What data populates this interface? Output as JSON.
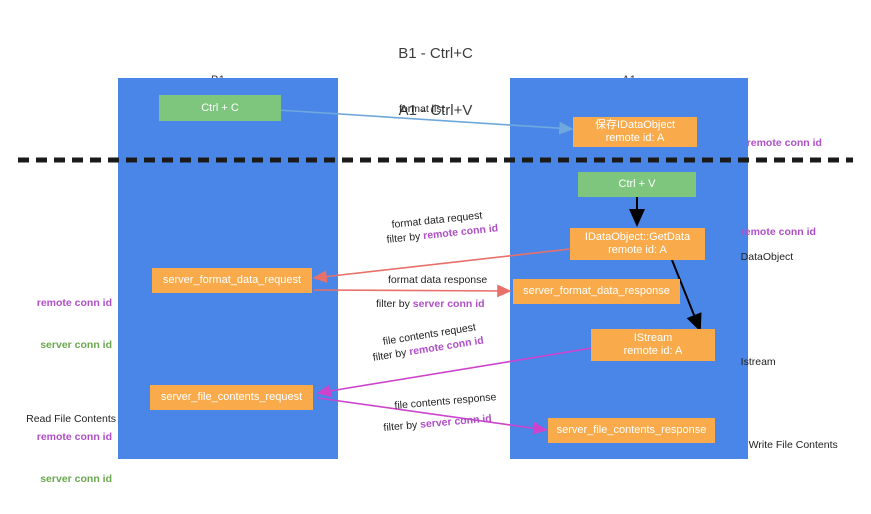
{
  "title": {
    "line1": "B1 - Ctrl+C",
    "line2": "A1 - Ctrl+V"
  },
  "lanes": [
    {
      "id": "b1",
      "name": "B1",
      "role": "connection",
      "color": "#4a86e8"
    },
    {
      "id": "a1",
      "name": "A1",
      "role": "remote",
      "color": "#4a86e8"
    }
  ],
  "colors": {
    "lane_blue": "#4a86e8",
    "node_orange": "#f9ab4c",
    "node_green": "#7ec67e",
    "purple_text": "#b04fc8",
    "green_text": "#6aa84f",
    "arrow_lightblue": "#6fa8dc",
    "arrow_red": "#e8706a",
    "arrow_magenta": "#cc44cc",
    "arrow_black": "#000000",
    "divider_black": "#1a1a1a"
  },
  "nodes": [
    {
      "id": "ctrl-c",
      "label": "Ctrl + C",
      "sub": "",
      "kind": "green"
    },
    {
      "id": "save-idataobject",
      "label": "保存IDataObject",
      "sub": "remote id: A",
      "kind": "orange"
    },
    {
      "id": "ctrl-v",
      "label": "Ctrl + V",
      "sub": "",
      "kind": "green"
    },
    {
      "id": "getdata",
      "label": "IDataObject::GetData",
      "sub": "remote id: A",
      "kind": "orange"
    },
    {
      "id": "sfdreq",
      "label": "server_format_data_request",
      "sub": "",
      "kind": "orange"
    },
    {
      "id": "sfdres",
      "label": "server_format_data_response",
      "sub": "",
      "kind": "orange"
    },
    {
      "id": "istream",
      "label": "IStream",
      "sub": "remote id: A",
      "kind": "orange"
    },
    {
      "id": "sfcreq",
      "label": "server_file_contents_request",
      "sub": "",
      "kind": "orange"
    },
    {
      "id": "sfcres",
      "label": "server_file_contents_response",
      "sub": "",
      "kind": "orange"
    }
  ],
  "edge_labels": {
    "format_list": "format list",
    "format_data_request": "format data request",
    "format_data_request_filter_prefix": "filter by ",
    "format_data_request_filter_key": "remote conn id",
    "format_data_response": "format data response",
    "format_data_response_filter_prefix": "filter by ",
    "format_data_response_filter_key": "server conn id",
    "file_contents_request": "file contents request",
    "file_contents_request_filter_prefix": "filter by ",
    "file_contents_request_filter_key": "remote conn id",
    "file_contents_response": "file contents response",
    "file_contents_response_filter_prefix": "filter by ",
    "file_contents_response_filter_key": "server conn id"
  },
  "annotations": {
    "right_remote_conn_id_top": "remote conn id",
    "right_remote_conn_id_mid": "remote conn id",
    "right_dataobject": "DataObject",
    "right_istream": "Istream",
    "right_write_file_contents": "Write File Contents",
    "left_remote_conn_id": "remote conn id",
    "left_server_conn_id": "server conn id",
    "left_read_file_contents": "Read File Contents",
    "left_remote_conn_id_2": "remote conn id",
    "left_server_conn_id_2": "server conn id"
  }
}
